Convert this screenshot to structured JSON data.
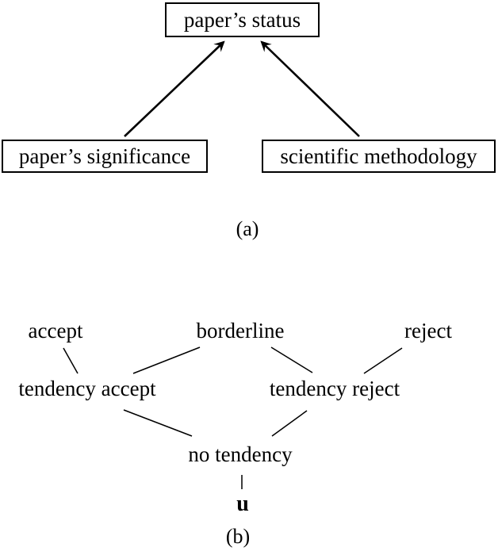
{
  "figure": {
    "background_color": "#ffffff",
    "text_color": "#000000",
    "line_color": "#000000",
    "part_a": {
      "caption": "(a)",
      "type": "directed-graph",
      "nodes": {
        "status": "paper’s status",
        "significance": "paper’s significance",
        "methodology": "scientific methodology"
      },
      "edges": [
        {
          "from": "paper’s significance",
          "to": "paper’s status",
          "arrow": true
        },
        {
          "from": "scientific methodology",
          "to": "paper’s status",
          "arrow": true
        }
      ]
    },
    "part_b": {
      "caption": "(b)",
      "type": "hasse-lattice",
      "nodes": {
        "accept": "accept",
        "borderline": "borderline",
        "reject": "reject",
        "tendency_accept": "tendency accept",
        "tendency_reject": "tendency reject",
        "no_tendency": "no tendency",
        "u": "u"
      },
      "edges": [
        {
          "from": "accept",
          "to": "tendency accept",
          "arrow": false
        },
        {
          "from": "borderline",
          "to": "tendency accept",
          "arrow": false
        },
        {
          "from": "borderline",
          "to": "tendency reject",
          "arrow": false
        },
        {
          "from": "reject",
          "to": "tendency reject",
          "arrow": false
        },
        {
          "from": "tendency accept",
          "to": "no tendency",
          "arrow": false
        },
        {
          "from": "tendency reject",
          "to": "no tendency",
          "arrow": false
        },
        {
          "from": "no tendency",
          "to": "u",
          "arrow": false
        }
      ]
    }
  }
}
